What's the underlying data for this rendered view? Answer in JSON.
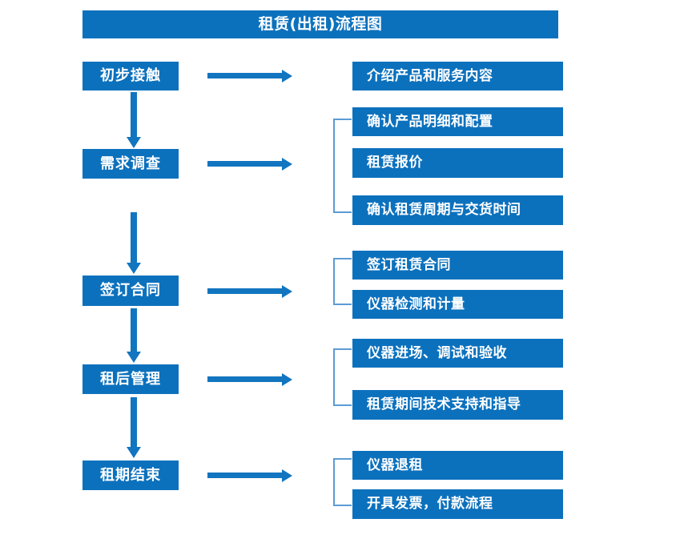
{
  "diagram": {
    "title": "租赁(出租)流程图",
    "colors": {
      "box_blue": "#0c71bd",
      "arrow_blue": "#1275bf",
      "bracket_blue": "#5b9bd5",
      "text_white": "#ffffff",
      "background": "#ffffff"
    },
    "stages": [
      {
        "label": "初步接触"
      },
      {
        "label": "需求调查"
      },
      {
        "label": "签订合同"
      },
      {
        "label": "租后管理"
      },
      {
        "label": "租期结束"
      }
    ],
    "details": [
      {
        "label": "介绍产品和服务内容"
      },
      {
        "label": "确认产品明细和配置"
      },
      {
        "label": "租赁报价"
      },
      {
        "label": "确认租赁周期与交货时间"
      },
      {
        "label": "签订租赁合同"
      },
      {
        "label": "仪器检测和计量"
      },
      {
        "label": "仪器进场、调试和验收"
      },
      {
        "label": "租赁期间技术支持和指导"
      },
      {
        "label": "仪器退租"
      },
      {
        "label": "开具发票，付款流程"
      }
    ],
    "connectors": {
      "vertical_arrow_count": 4,
      "horizontal_arrow_count": 5,
      "bracket_count": 4
    }
  }
}
